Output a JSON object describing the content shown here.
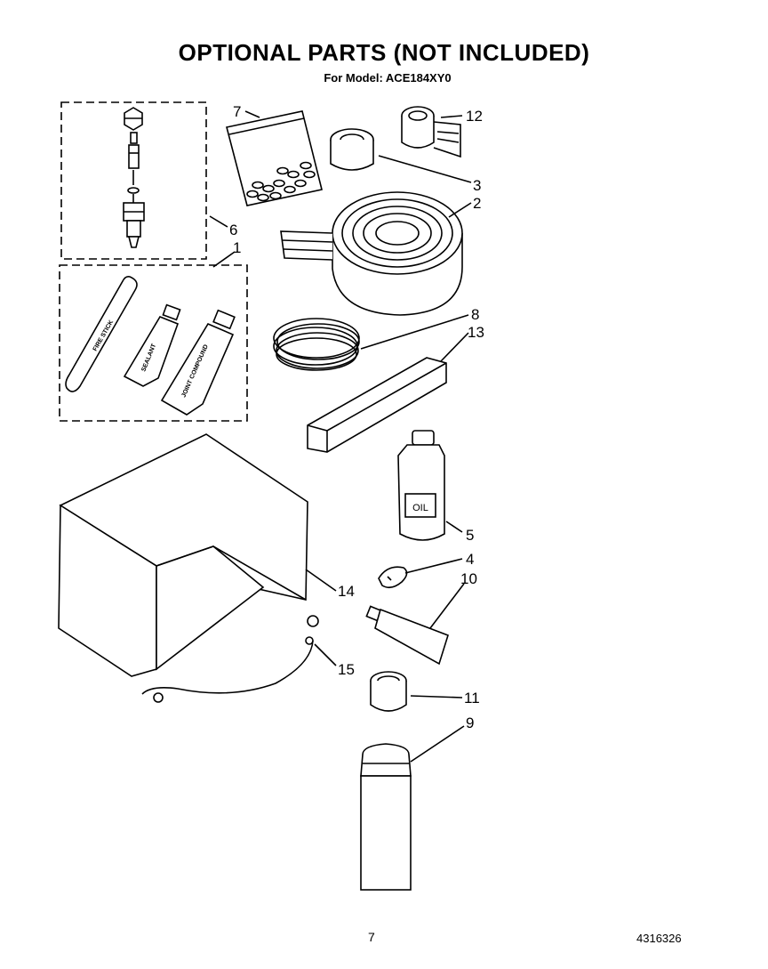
{
  "header": {
    "title": "OPTIONAL PARTS (NOT INCLUDED)",
    "model": "For Model: ACE184XY0"
  },
  "footer": {
    "page_number": "7",
    "doc_number": "4316326"
  },
  "labels": {
    "oil": "OIL",
    "tube_a": "SEALANT",
    "tube_b": "JOINT COMPOUND",
    "stick": "FIRE STICK"
  },
  "callouts": [
    "1",
    "2",
    "3",
    "4",
    "5",
    "6",
    "7",
    "8",
    "9",
    "10",
    "11",
    "12",
    "13",
    "14",
    "15"
  ]
}
